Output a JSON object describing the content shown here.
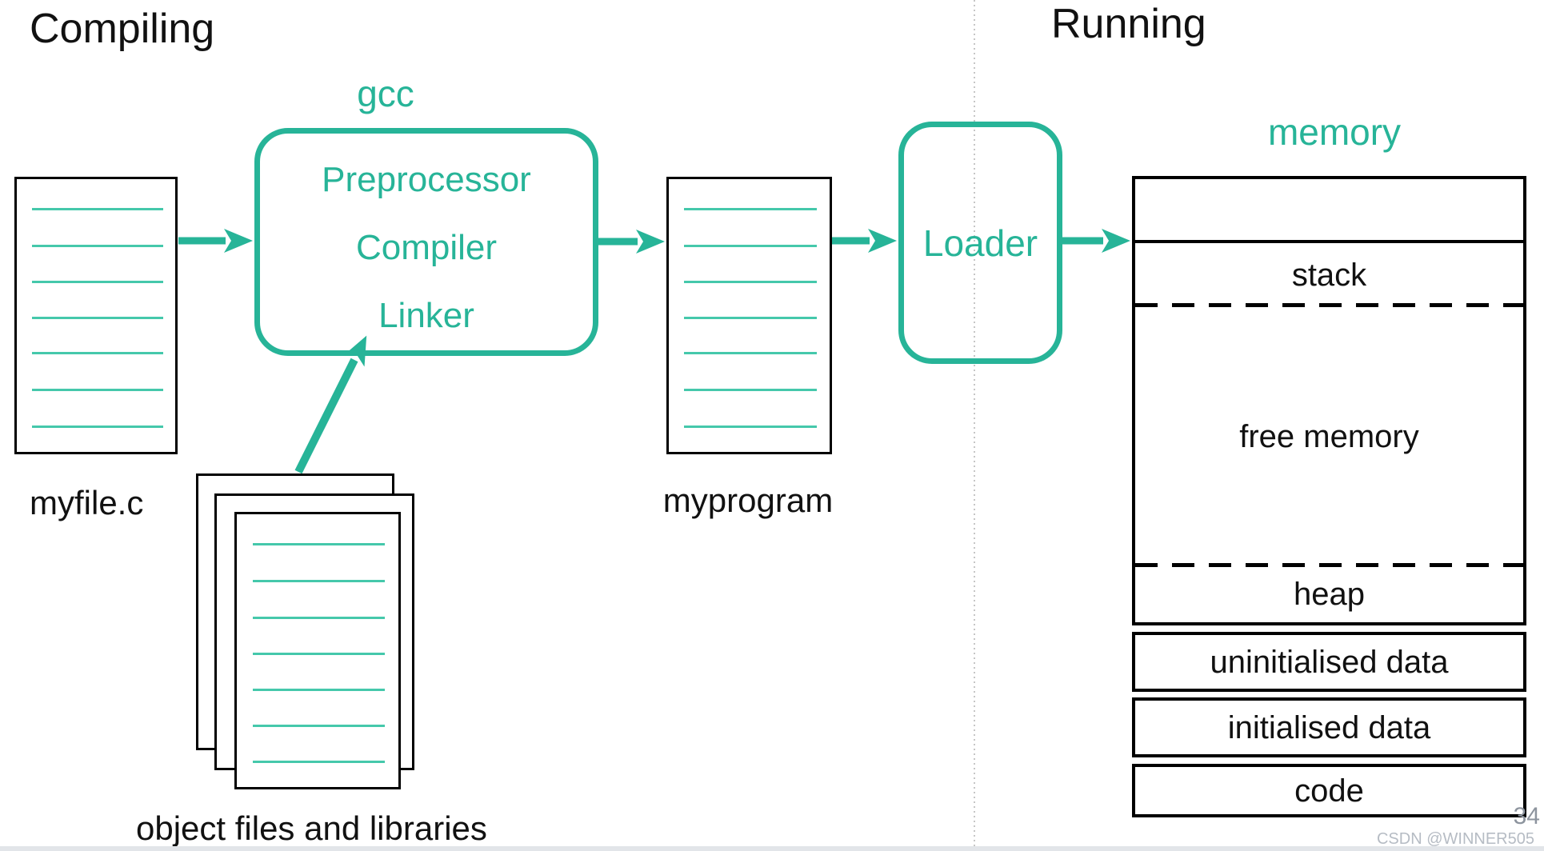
{
  "titles": {
    "left": "Compiling",
    "right": "Running"
  },
  "gcc": {
    "label": "gcc",
    "stages": [
      "Preprocessor",
      "Compiler",
      "Linker"
    ]
  },
  "loader": {
    "label": "Loader"
  },
  "docs": {
    "myfile": {
      "caption": "myfile.c"
    },
    "myprogram": {
      "caption": "myprogram"
    },
    "objects": {
      "caption": "object files and libraries"
    }
  },
  "memory": {
    "label": "memory",
    "segments": {
      "stack": "stack",
      "free": "free memory",
      "heap": "heap",
      "uninitialised": "uninitialised data",
      "initialised": "initialised data",
      "code": "code"
    }
  },
  "footer": {
    "page_number": "34",
    "watermark": "CSDN @WINNER505"
  },
  "colors": {
    "accent_teal": "#27b498",
    "doc_line_teal": "#45c8ab",
    "divider_gray": "#c6c6c6"
  }
}
